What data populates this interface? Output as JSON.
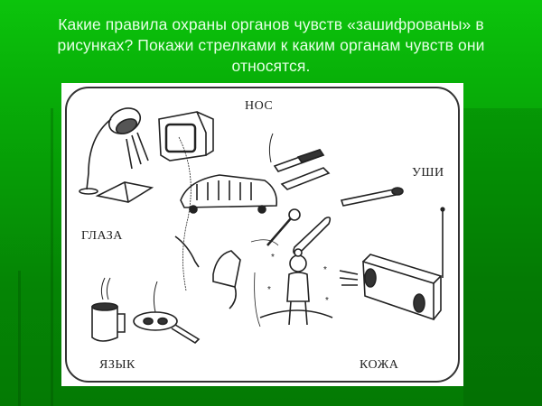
{
  "slide": {
    "title": "Какие правила охраны органов чувств «зашифрованы» в рисунках? Покажи стрелками к каким органам чувств они относятся.",
    "background_color": "#08b008",
    "text_color": "#e6ffe6"
  },
  "worksheet": {
    "labels": {
      "nose": "НОС",
      "ears": "УШИ",
      "eyes": "ГЛАЗА",
      "tongue": "ЯЗЫК",
      "skin": "КОЖА"
    },
    "pictures": [
      "desk-lamp-with-book",
      "television",
      "bus",
      "smoking-cigarettes",
      "match",
      "screw",
      "safety-pin",
      "hand-near-hot-iron",
      "freezing-child-in-snow",
      "loud-cassette-player",
      "hot-cup",
      "hot-frying-pan"
    ]
  }
}
